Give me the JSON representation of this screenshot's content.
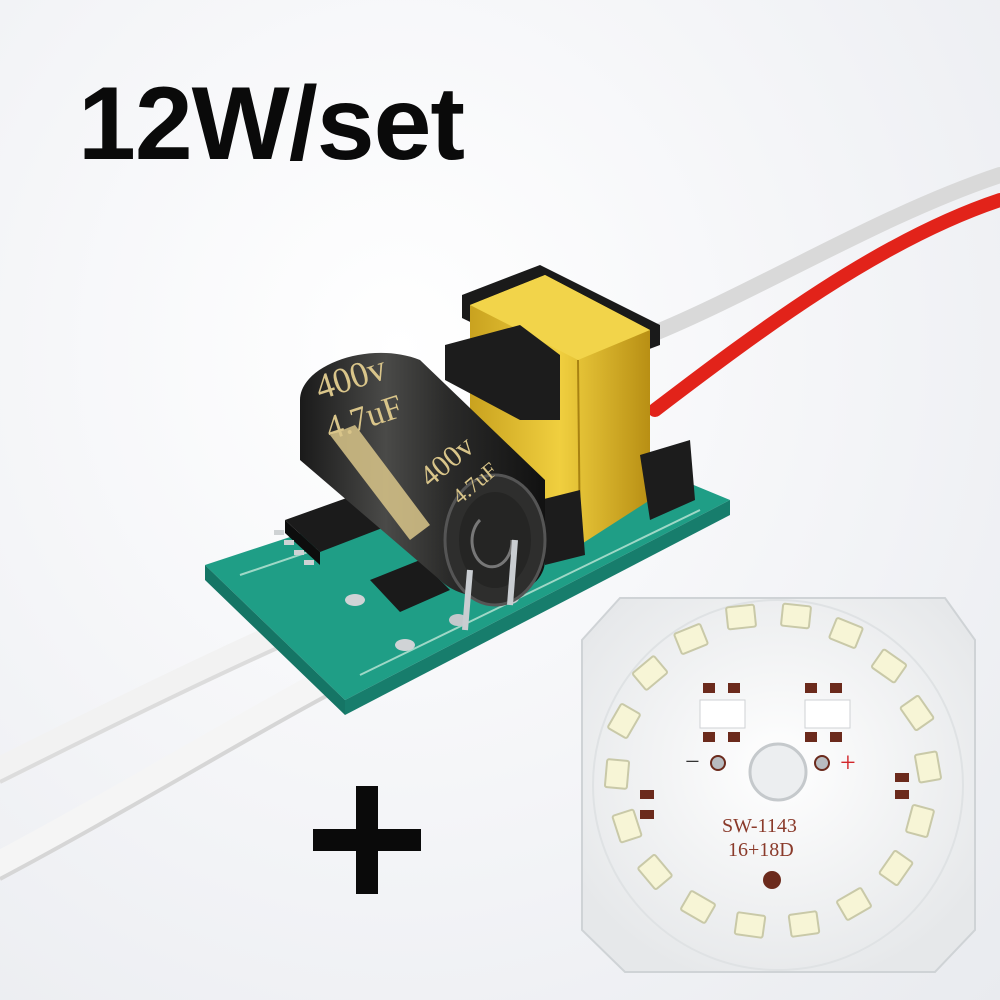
{
  "title": "12W/set",
  "plus_sign": "+",
  "capacitor": {
    "voltage": "400v",
    "capacitance": "4.7uF",
    "voltage_side": "400v",
    "capacitance_side": "4.7uF"
  },
  "led_board": {
    "model": "SW-1143",
    "spec": "16+18D",
    "minus": "−",
    "plus": "+"
  },
  "colors": {
    "pcb_green": "#1f9e86",
    "transformer_yellow": "#e6c433",
    "capacitor_body": "#2a2a2a",
    "capacitor_text": "#d9c58a",
    "led_board": "#f4f5f6",
    "led_pad": "#f7f5d6",
    "trace_brown": "#6b2a1c",
    "wire_red": "#e2231a",
    "wire_white": "#f4f4f4"
  }
}
